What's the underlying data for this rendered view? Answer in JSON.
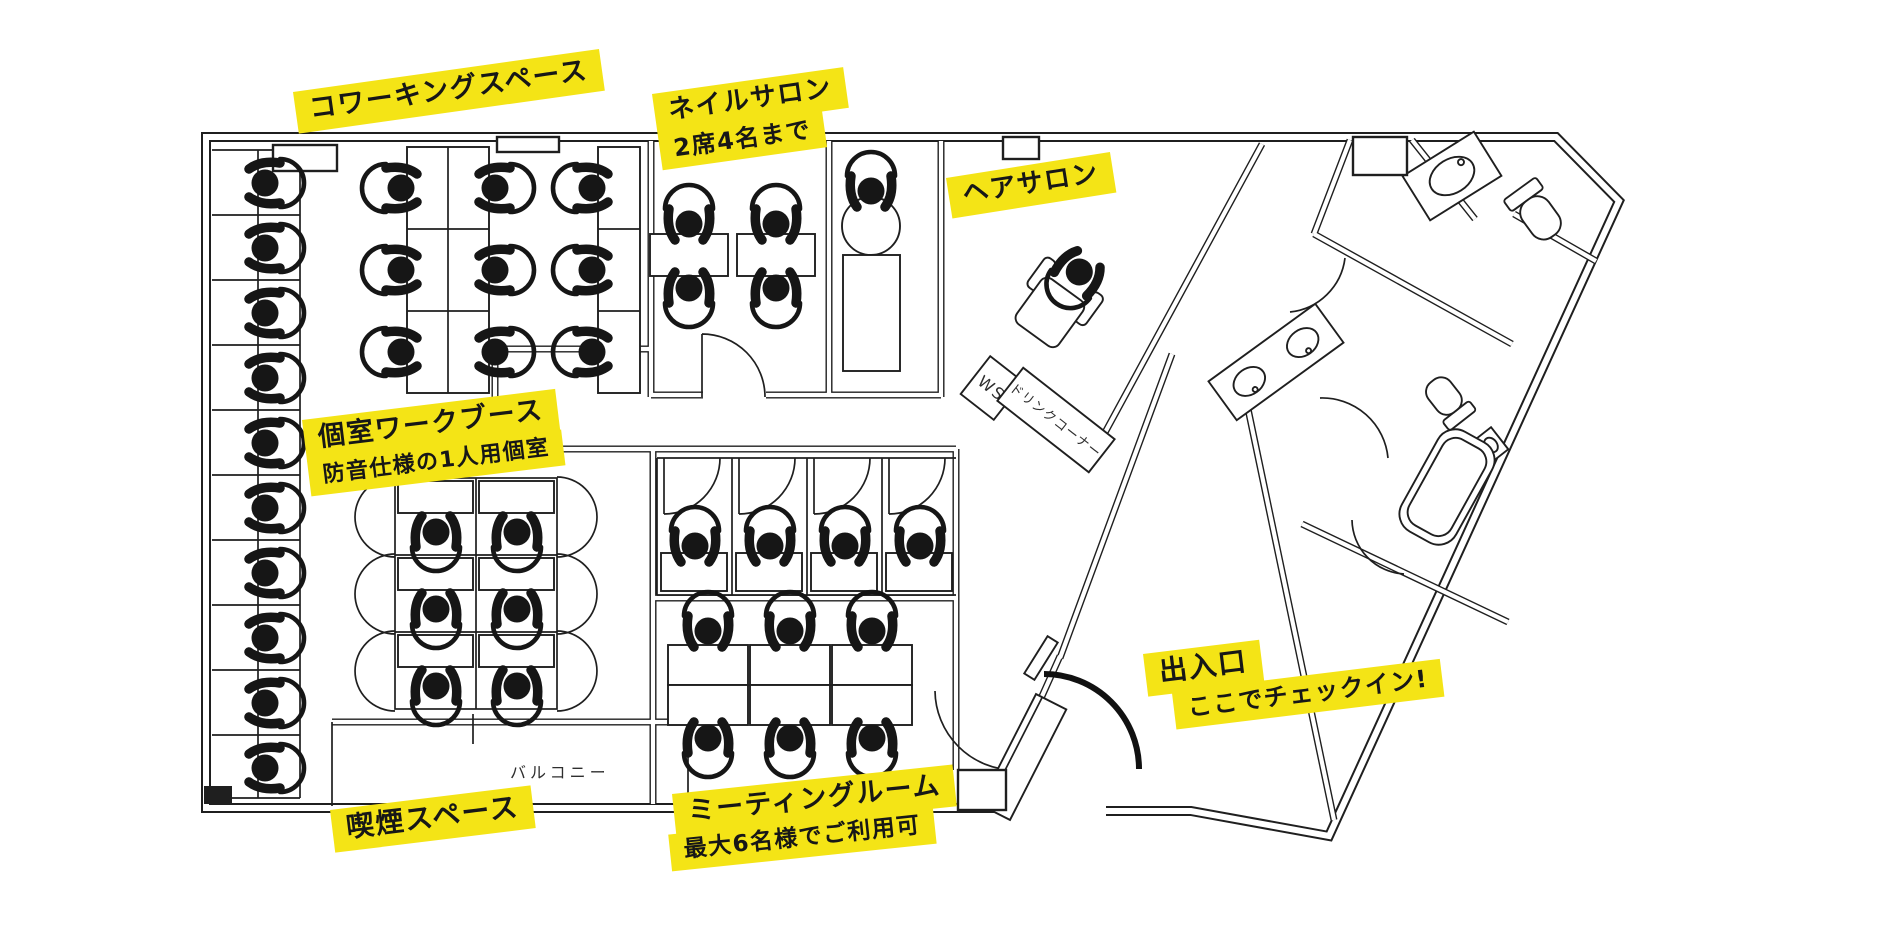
{
  "floorplan": {
    "areas": {
      "coworking": {
        "label": "コワーキングスペース"
      },
      "nail_salon": {
        "label": "ネイルサロン",
        "note": "2席4名まで"
      },
      "hair_salon": {
        "label": "ヘアサロン"
      },
      "private_booth": {
        "label": "個室ワークブース",
        "note": "防音仕様の1人用個室"
      },
      "entrance": {
        "label": "出入口",
        "note": "ここでチェックイン!"
      },
      "smoking": {
        "label": "喫煙スペース"
      },
      "meeting_room": {
        "label": "ミーティングルーム",
        "note": "最大6名様でご利用可"
      },
      "balcony": {
        "label": "バルコニー"
      },
      "workstation": {
        "label": "WS"
      },
      "drink_corner": {
        "label": "ドリンクコーナー"
      }
    },
    "colors": {
      "highlight_yellow": "#f4e416",
      "ink": "#1f1f1f",
      "background": "#ffffff"
    },
    "icons": {
      "person-at-desk-icon": "seated person, top view (black glyph)",
      "door-swing-icon": "quarter-circle door swing arc",
      "entrance-door-icon": "bold quarter-circle swing arc",
      "toilet-icon": "toilet, top view",
      "sink-icon": "wash basin oval, top view",
      "double-sink-icon": "vanity with two basins",
      "bathtub-icon": "bathtub rounded rectangle",
      "salon-chair-icon": "reclining salon chair with client",
      "shampoo-station-icon": "wash bowl circle with bed",
      "reception-counter-icon": "tilted check-in counter"
    }
  }
}
